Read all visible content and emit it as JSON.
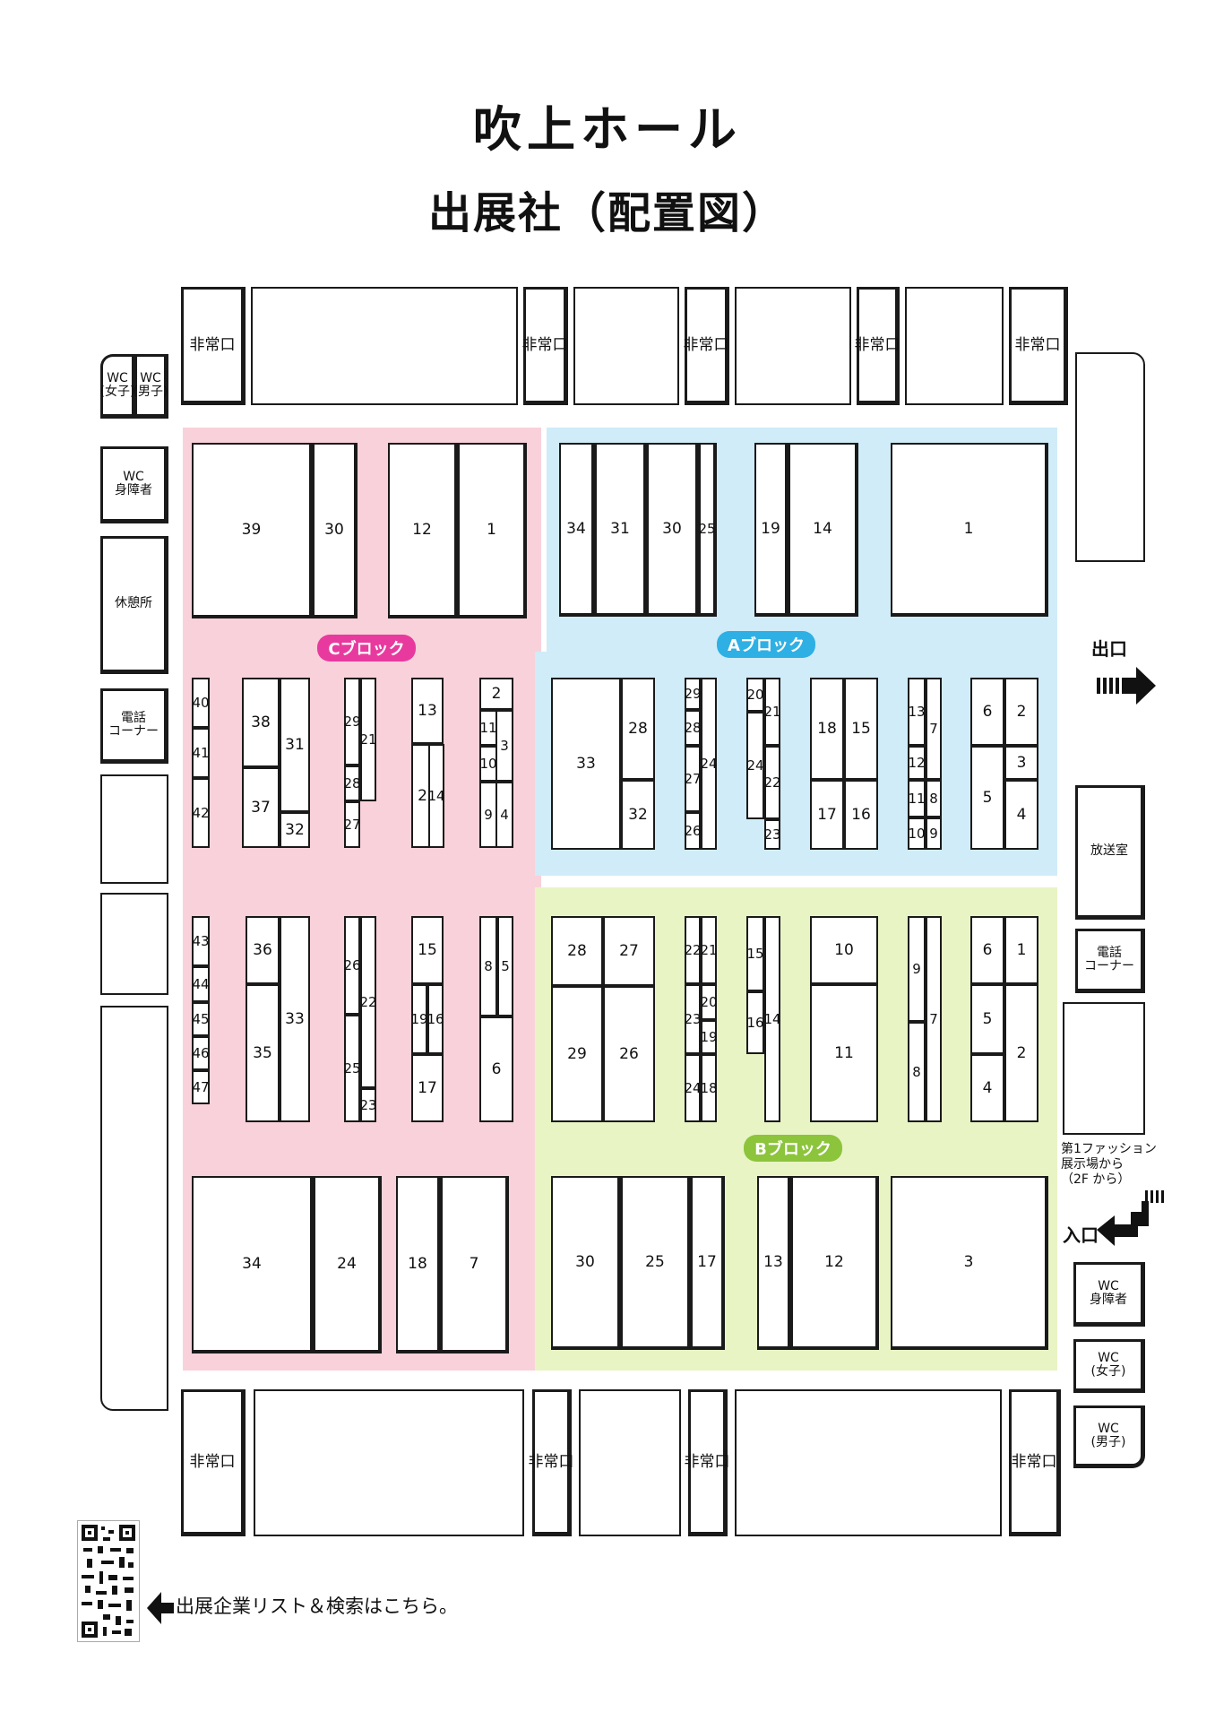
{
  "title": "吹上ホール",
  "subtitle": "出展社（配置図）",
  "colors": {
    "block_c": "#f9d1da",
    "block_a": "#cfecf8",
    "block_b": "#e8f4c4",
    "pill_c": "#e83a9e",
    "pill_a": "#2fb0e4",
    "pill_b": "#8cc43c"
  },
  "blocks": {
    "c": "Cブロック",
    "a": "Aブロック",
    "b": "Bブロック"
  },
  "labels": {
    "emergency": "非常口",
    "wc_female": "WC\n(女子)",
    "wc_male": "WC\n(男子)",
    "wc_accessible": "WC\n身障者",
    "rest": "休憩所",
    "phone": "電話\nコーナー",
    "broadcast": "放送室",
    "exit": "出口",
    "entrance": "入口",
    "from_first": "第1ファッション\n展示場から\n（2F から）",
    "qr_text": "出展企業リスト＆検索はこちら。"
  },
  "booths": {
    "c_top": [
      "39",
      "30",
      "12",
      "1"
    ],
    "c_mid1": [
      "40",
      "41",
      "42",
      "38",
      "37",
      "31",
      "32",
      "29",
      "28",
      "27",
      "21",
      "13",
      "20",
      "14",
      "2",
      "11",
      "10",
      "3",
      "9",
      "4"
    ],
    "c_mid2": [
      "43",
      "44",
      "45",
      "46",
      "47",
      "36",
      "35",
      "33",
      "26",
      "25",
      "22",
      "23",
      "15",
      "19",
      "16",
      "17",
      "8",
      "5",
      "6"
    ],
    "c_bot": [
      "34",
      "24",
      "18",
      "7"
    ],
    "a_top": [
      "34",
      "31",
      "30",
      "25",
      "19",
      "14",
      "1"
    ],
    "a_mid": [
      "33",
      "28",
      "32",
      "29",
      "28",
      "24",
      "27",
      "26",
      "20",
      "21",
      "24",
      "22",
      "23",
      "18",
      "15",
      "17",
      "16",
      "13",
      "12",
      "11",
      "10",
      "7",
      "8",
      "9",
      "6",
      "2",
      "3",
      "5",
      "4"
    ],
    "b_mid": [
      "28",
      "27",
      "29",
      "26",
      "22",
      "21",
      "23",
      "20",
      "19",
      "24",
      "18",
      "15",
      "16",
      "14",
      "10",
      "11",
      "9",
      "7",
      "8",
      "6",
      "1",
      "5",
      "2",
      "4"
    ],
    "b_bot": [
      "30",
      "25",
      "17",
      "13",
      "12",
      "3"
    ]
  }
}
